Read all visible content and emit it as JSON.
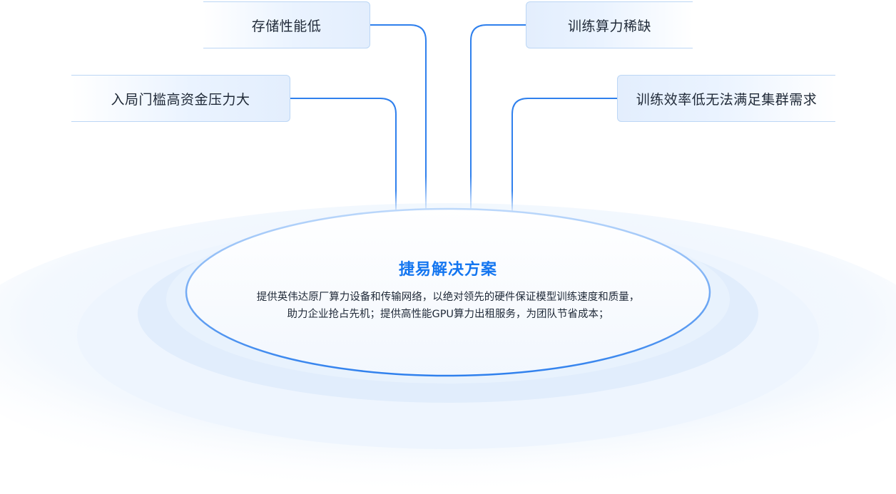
{
  "pain_points": {
    "storage": "存储性能低",
    "entry": "入局门槛高资金压力大",
    "compute": "训练算力稀缺",
    "efficiency": "训练效率低无法满足集群需求"
  },
  "solution": {
    "title": "捷易解决方案",
    "line1": "提供英伟达原厂算力设备和传输网络，以绝对领先的硬件保证模型训练速度和质量，",
    "line2": "助力企业抢占先机；提供高性能GPU算力出租服务，为团队节省成本；"
  },
  "colors": {
    "accent": "#1476f0",
    "line": "#2f80ed",
    "ring_light": "#eef5fe",
    "ring_mid": "#e0ecfb"
  }
}
